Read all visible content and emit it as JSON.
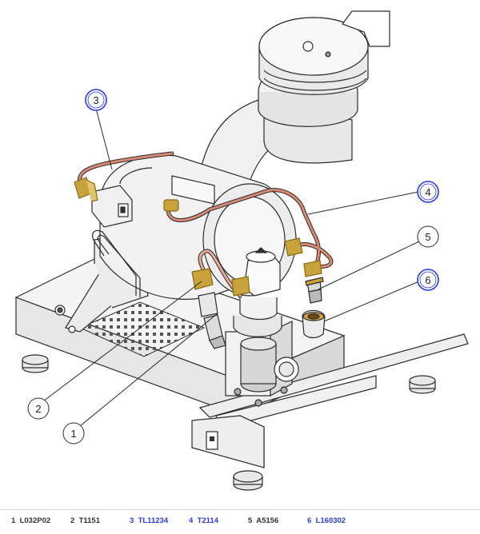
{
  "colors": {
    "outline": "#2b2b2b",
    "body_fill": "#f2f2f2",
    "shade": "#dcdcdc",
    "pipe": "#d98a73",
    "brass": "#c8a23a",
    "brass_dark": "#8a6a12",
    "link_ring": "#2a3bd6"
  },
  "callouts": [
    {
      "num": "1",
      "linked": false
    },
    {
      "num": "2",
      "linked": false
    },
    {
      "num": "3",
      "linked": true
    },
    {
      "num": "4",
      "linked": true
    },
    {
      "num": "5",
      "linked": false
    },
    {
      "num": "6",
      "linked": true
    }
  ],
  "parts": [
    {
      "num": "1",
      "code": "L032P02",
      "linked": false
    },
    {
      "num": "2",
      "code": "T1151",
      "linked": false
    },
    {
      "num": "3",
      "code": "TL11234",
      "linked": true
    },
    {
      "num": "4",
      "code": "T2114",
      "linked": true
    },
    {
      "num": "5",
      "code": "A5156",
      "linked": false
    },
    {
      "num": "6",
      "code": "L160302",
      "linked": true
    }
  ]
}
